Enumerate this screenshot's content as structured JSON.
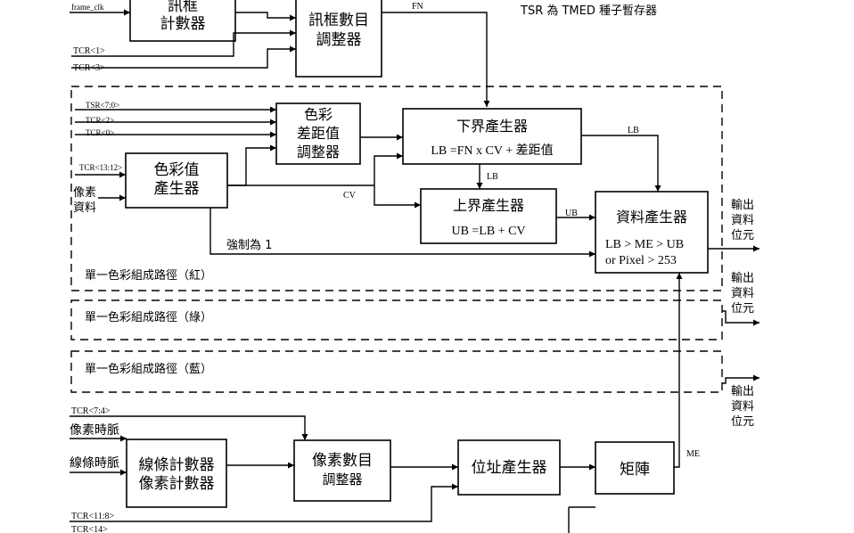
{
  "note": "TSR 為 TMED 種子暫存器",
  "signals": {
    "frame_clk": "frame_clk",
    "tcr1": "TCR<1>",
    "tcr3": "TCR<3>",
    "fn": "FN",
    "tsr70": "TSR<7:0>",
    "tcr2": "TCR<2>",
    "tcr0": "TCR<0>",
    "tcr1312": "TCR<13:12>",
    "pixel_data_1": "像素",
    "pixel_data_2": "資料",
    "lb_top": "LB",
    "lb_mid": "LB",
    "cv": "CV",
    "ub": "UB",
    "force_one": "強制為 1",
    "tcr74": "TCR<7:4>",
    "pixel_clock": "像素時脈",
    "line_clock": "線條時脈",
    "tcr118": "TCR<11:8>",
    "tcr14": "TCR<14>",
    "me": "ME"
  },
  "blocks": {
    "frame_counter": [
      "訊框",
      "計數器"
    ],
    "frame_adjuster": [
      "訊框數目",
      "調整器"
    ],
    "color_diff_adjuster": [
      "色彩",
      "差距值",
      "調整器"
    ],
    "color_value_gen": [
      "色彩值",
      "產生器"
    ],
    "lower_bound_gen": {
      "title": "下界產生器",
      "formula": "LB =FN x CV + 差距值"
    },
    "upper_bound_gen": {
      "title": "上界產生器",
      "formula": "UB =LB + CV"
    },
    "data_gen": {
      "title": "資料產生器",
      "cond1": "LB > ME > UB",
      "cond2": "or Pixel > 253"
    },
    "line_pixel_counter": [
      "線條計數器",
      "像素計數器"
    ],
    "pixel_count_adjuster": [
      "像素數目",
      "調整器"
    ],
    "address_gen": "位址產生器",
    "matrix": "矩陣"
  },
  "paths": {
    "red": "單一色彩組成路徑（紅）",
    "green": "單一色彩組成路徑（綠）",
    "blue": "單一色彩組成路徑（藍）"
  },
  "outputs": {
    "out1": [
      "輸出",
      "資料",
      "位元"
    ],
    "out2": [
      "輸出",
      "資料",
      "位元"
    ],
    "out3": [
      "輸出",
      "資料",
      "位元"
    ]
  }
}
